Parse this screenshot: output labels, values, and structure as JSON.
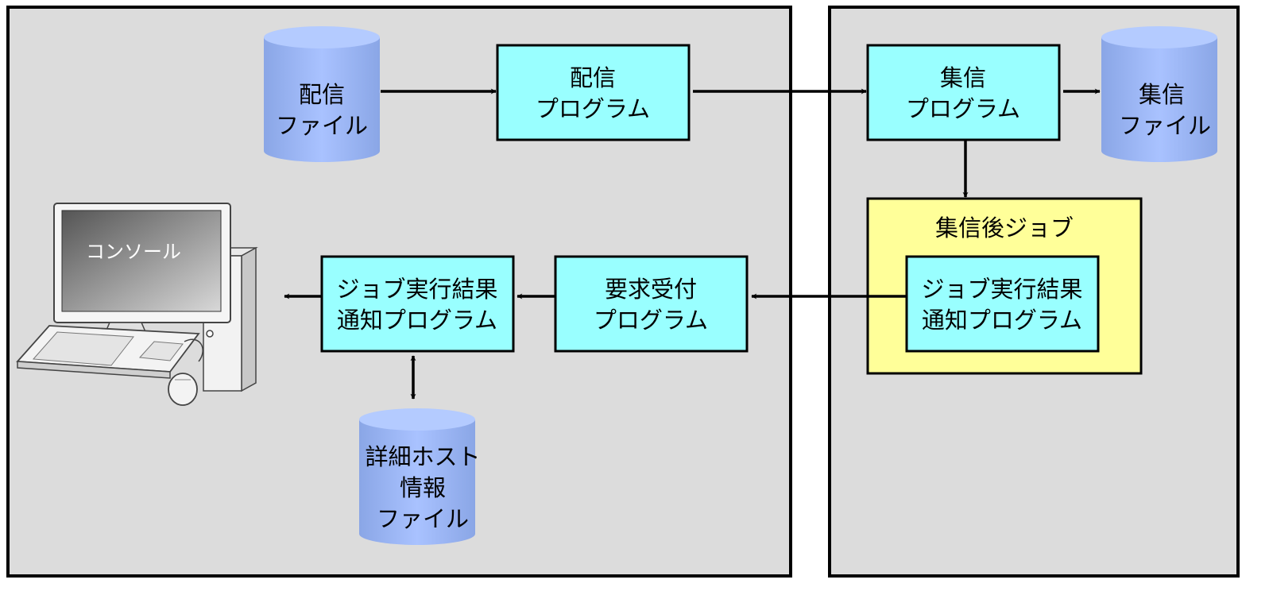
{
  "diagram": {
    "distribution_file": {
      "lines": [
        "配信",
        "ファイル"
      ]
    },
    "distribution_program": {
      "lines": [
        "配信",
        "プログラム"
      ]
    },
    "collection_program": {
      "lines": [
        "集信",
        "プログラム"
      ]
    },
    "collection_file": {
      "lines": [
        "集信",
        "ファイル"
      ]
    },
    "post_collection_job": {
      "title": "集信後ジョブ"
    },
    "job_result_notify_remote": {
      "lines": [
        "ジョブ実行結果",
        "通知プログラム"
      ]
    },
    "request_accept_program": {
      "lines": [
        "要求受付",
        "プログラム"
      ]
    },
    "job_result_notify_local": {
      "lines": [
        "ジョブ実行結果",
        "通知プログラム"
      ]
    },
    "detail_host_file": {
      "lines": [
        "詳細ホスト",
        "情報",
        "ファイル"
      ]
    },
    "console": {
      "label": "コンソール"
    }
  },
  "colors": {
    "region": "#dcdcdc",
    "process": "#99ffff",
    "job": "#ffff99",
    "cylinder": "#99b3f0"
  }
}
